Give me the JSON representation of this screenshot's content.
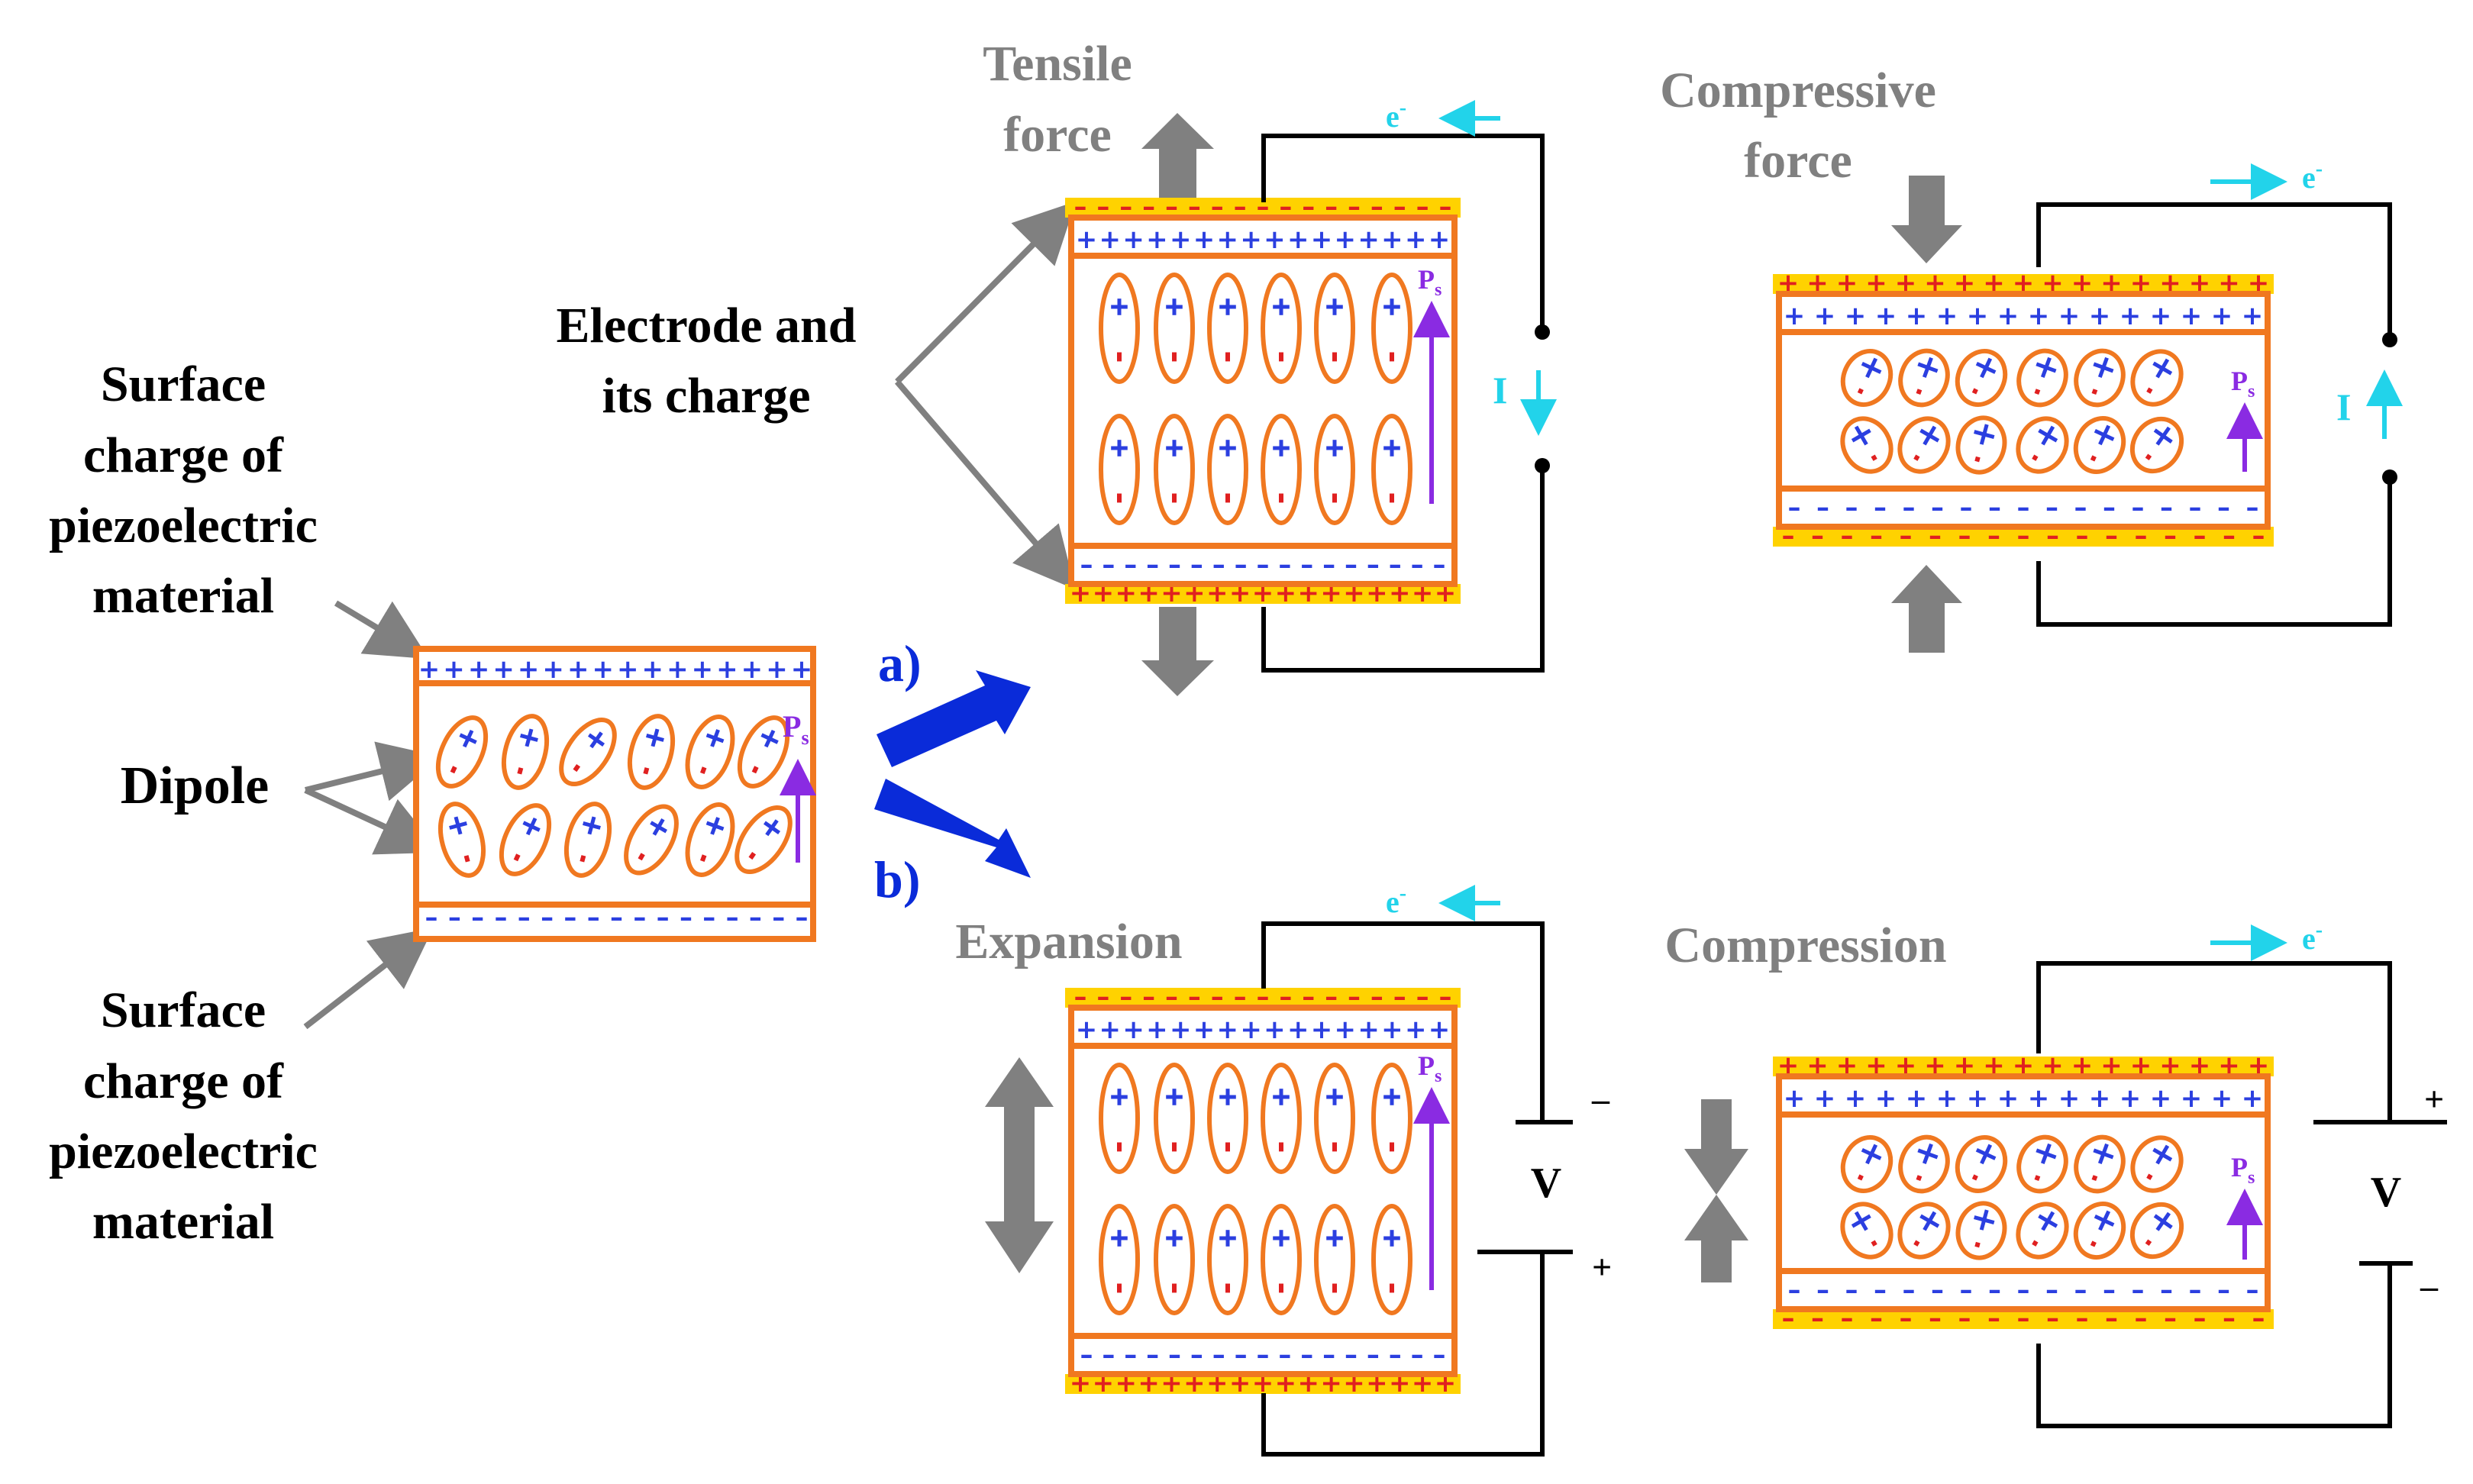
{
  "labels": {
    "surface_charge_top": [
      "Surface",
      "charge of",
      "piezoelectric",
      "material"
    ],
    "surface_charge_bottom": [
      "Surface",
      "charge of",
      "piezoelectric",
      "material"
    ],
    "dipole": "Dipole",
    "electrode": [
      "Electrode and",
      "its charge"
    ],
    "tensile": [
      "Tensile",
      "force"
    ],
    "compressive": [
      "Compressive",
      "force"
    ],
    "expansion": "Expansion",
    "compression": "Compression",
    "branch_a": "a)",
    "branch_b": "b)",
    "electron": "e",
    "electron_sup": "-",
    "current": "I",
    "voltage": "V",
    "polarization": "P",
    "polarization_sub": "s",
    "terminal_plus": "+",
    "terminal_minus": "–"
  },
  "colors": {
    "frame": "#f07820",
    "electrode": "#ffd200",
    "dipole_plus": "#2b3fe0",
    "dipole_minus": "#e02020",
    "polarization": "#8a2be2",
    "force_arrow": "#808080",
    "branch_arrow": "#0a2bd9",
    "electron_arrow": "#22d3ea"
  }
}
